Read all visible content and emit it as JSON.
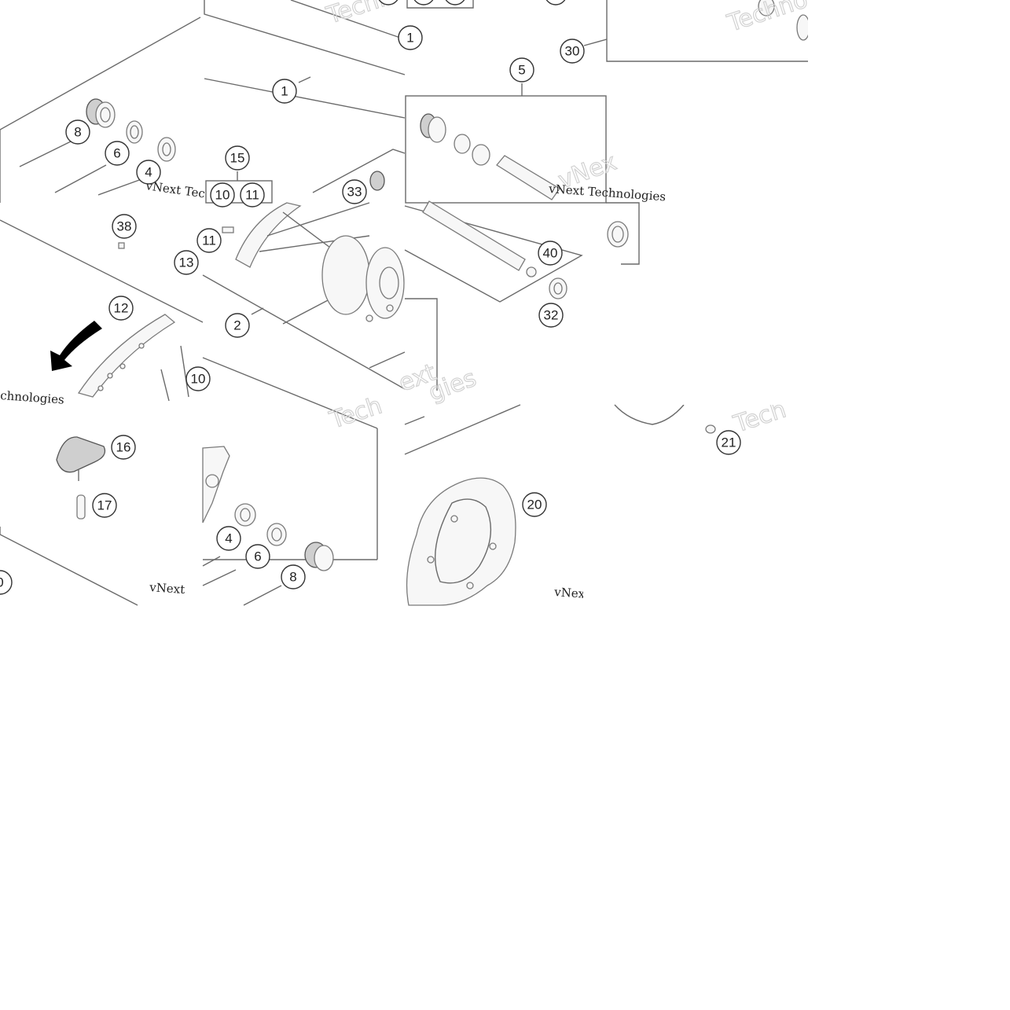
{
  "watermark": {
    "brand": "vNext Technologies",
    "fragments": [
      "vNext Tec",
      "vNext",
      "chnologies",
      "Techn",
      "Tech",
      "Tech",
      "Techno",
      "vNex",
      "ext",
      "gies"
    ]
  },
  "callouts": [
    {
      "id": "c1",
      "n": "1"
    },
    {
      "id": "c2",
      "n": "2"
    },
    {
      "id": "c4a",
      "n": "4"
    },
    {
      "id": "c4b",
      "n": "4"
    },
    {
      "id": "c5",
      "n": "5"
    },
    {
      "id": "c6a",
      "n": "6"
    },
    {
      "id": "c6b",
      "n": "6"
    },
    {
      "id": "c8a",
      "n": "8"
    },
    {
      "id": "c8b",
      "n": "8"
    },
    {
      "id": "c10a",
      "n": "10"
    },
    {
      "id": "c11a",
      "n": "11"
    },
    {
      "id": "c11b",
      "n": "11"
    },
    {
      "id": "c12",
      "n": "12"
    },
    {
      "id": "c13",
      "n": "13"
    },
    {
      "id": "c15",
      "n": "15"
    },
    {
      "id": "c16",
      "n": "16"
    },
    {
      "id": "c17",
      "n": "17"
    },
    {
      "id": "c20",
      "n": "20"
    },
    {
      "id": "c21",
      "n": "21"
    },
    {
      "id": "c30",
      "n": "30"
    },
    {
      "id": "c32",
      "n": "32"
    },
    {
      "id": "c33",
      "n": "33"
    },
    {
      "id": "c38",
      "n": "38"
    },
    {
      "id": "c40",
      "n": "40"
    },
    {
      "id": "c10b",
      "n": "10"
    },
    {
      "id": "c1b",
      "n": "1"
    },
    {
      "id": "c0",
      "n": "0"
    }
  ]
}
